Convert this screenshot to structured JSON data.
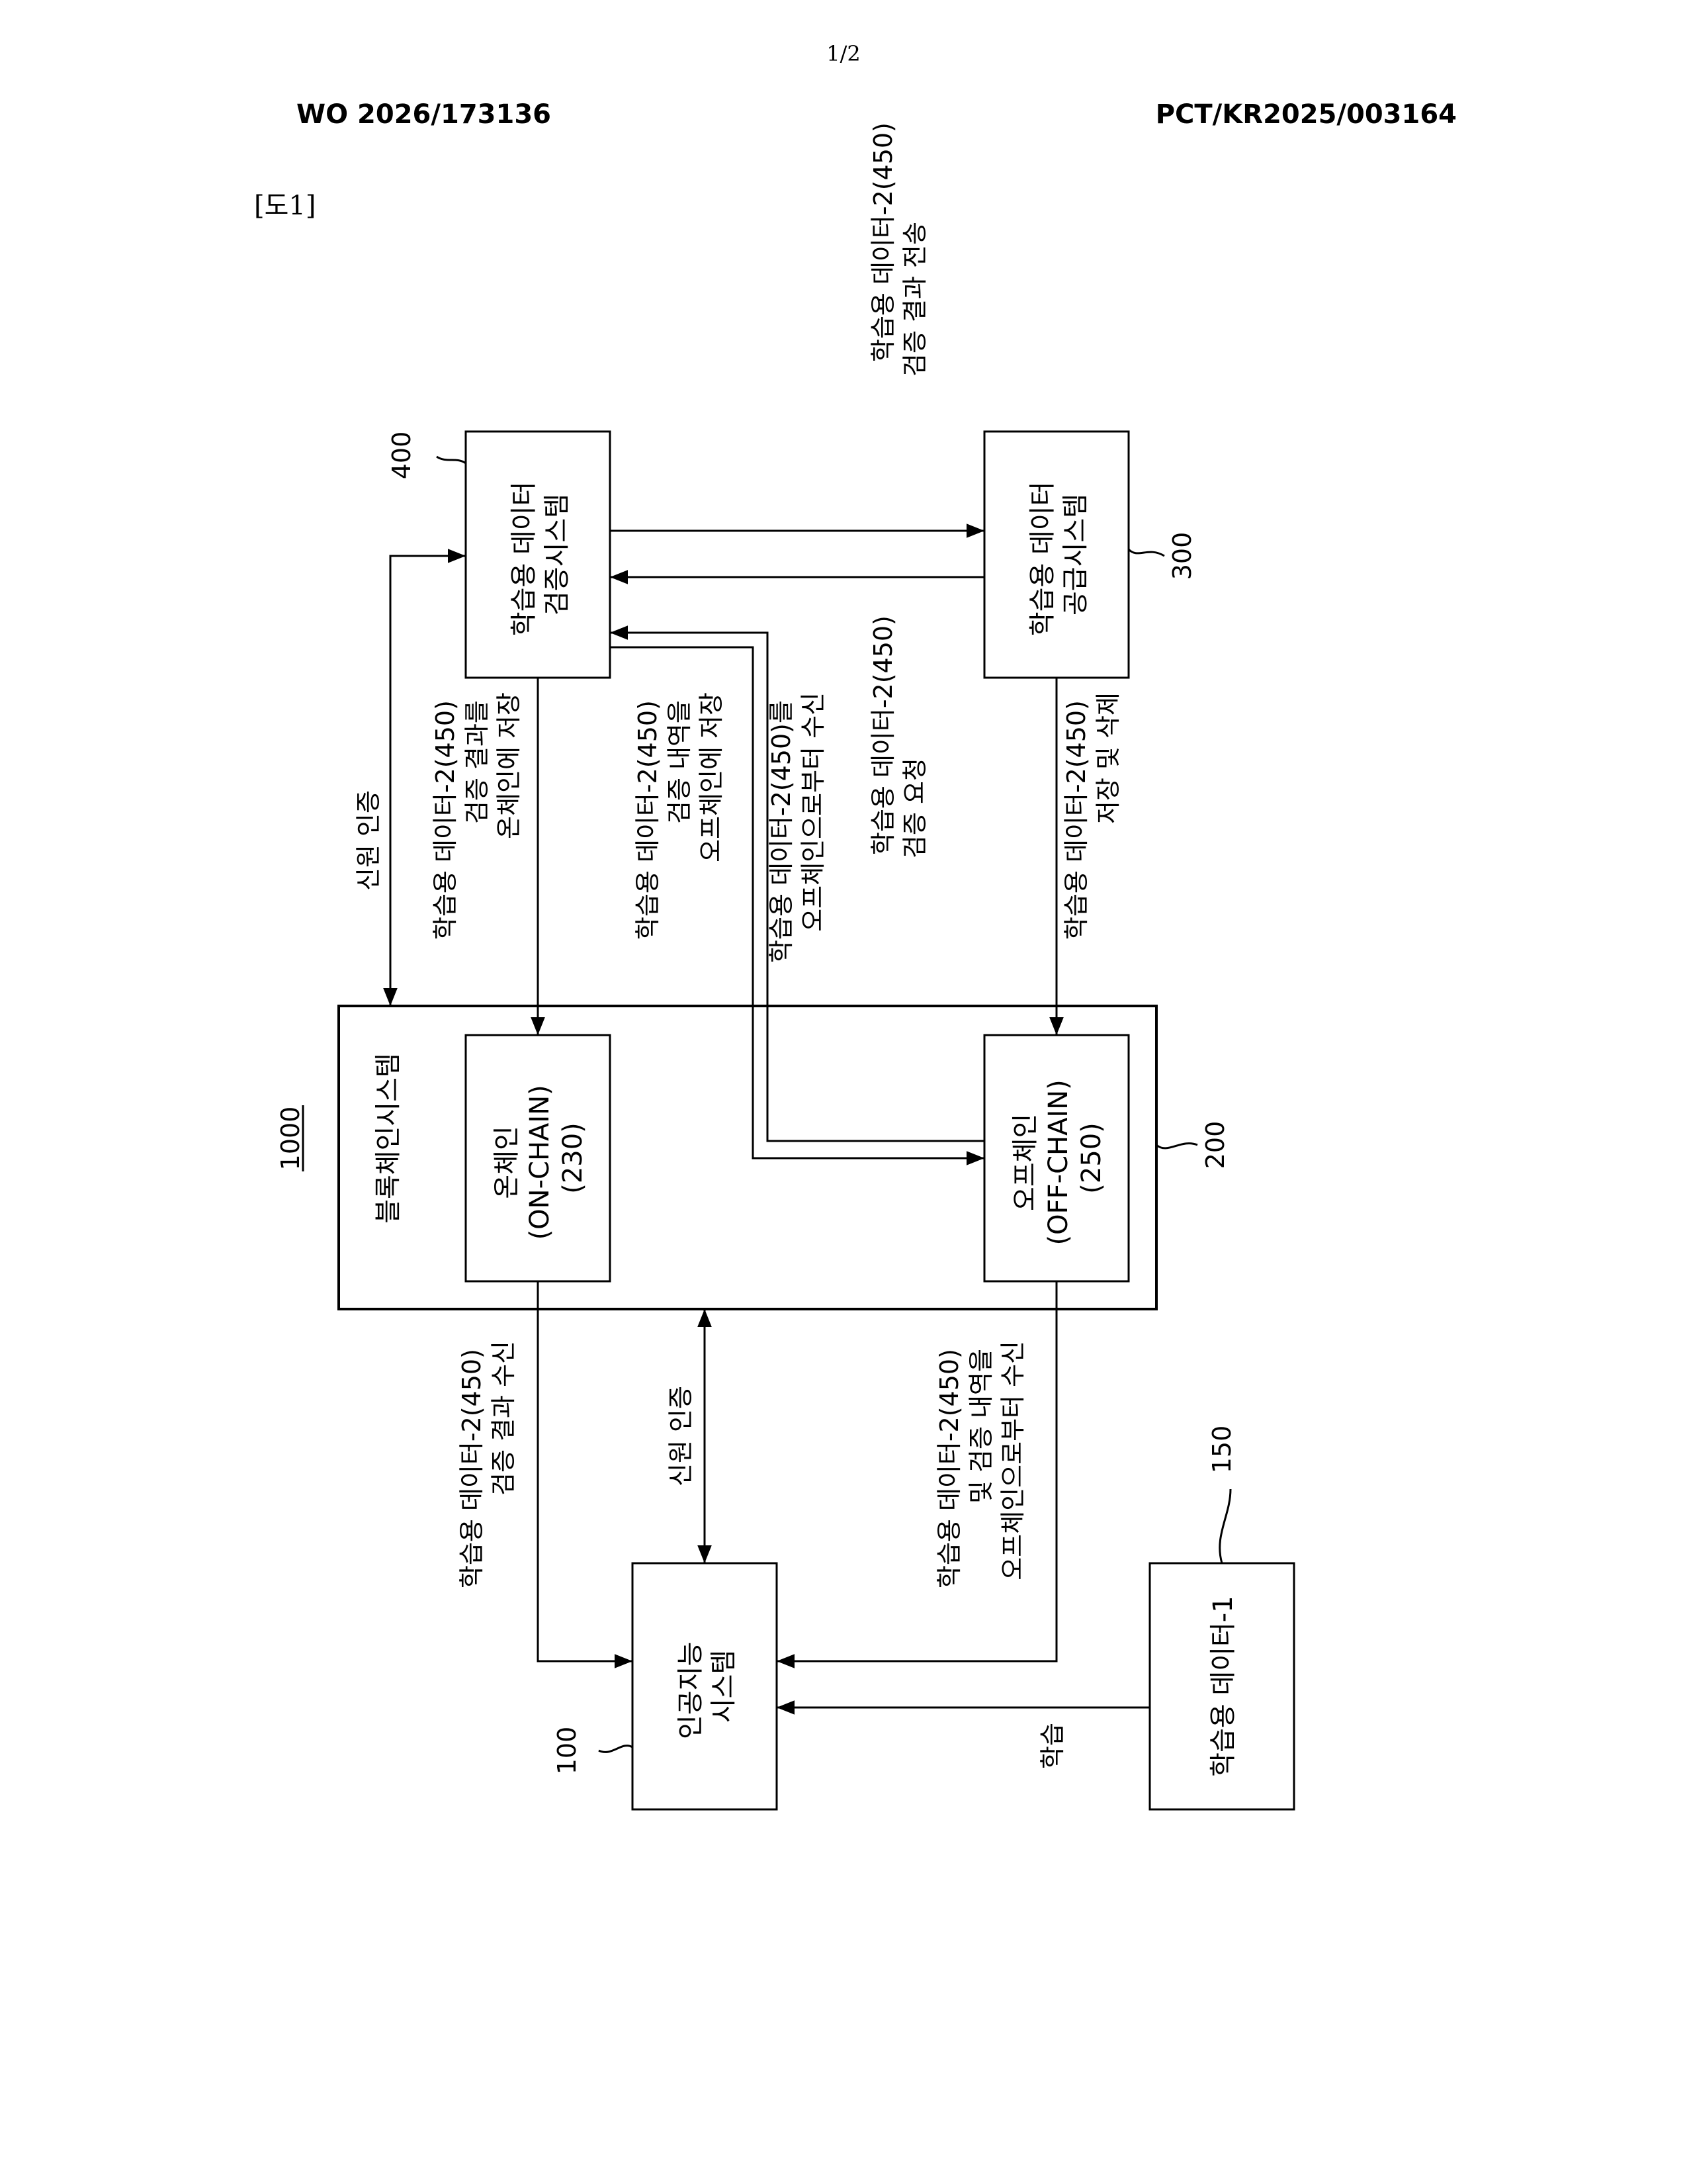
{
  "header": {
    "page_number": "1/2",
    "publication_number": "WO 2026/173136",
    "application_number": "PCT/KR2025/003164",
    "figure_label": "[도1]"
  },
  "refs": {
    "r1000": "1000",
    "r200": "200",
    "r400": "400",
    "r300": "300",
    "r150": "150",
    "r100": "100"
  },
  "nodes": {
    "verification": [
      "학습용 데이터",
      "검증시스템"
    ],
    "supply": [
      "학습용 데이터",
      "공급시스템"
    ],
    "blockchain": "블록체인시스템",
    "onchain": [
      "온체인",
      "(ON-CHAIN)",
      "(230)"
    ],
    "offchain": [
      "오프체인",
      "(OFF-CHAIN)",
      "(250)"
    ],
    "ai": [
      "인공지능",
      "시스템"
    ],
    "data1": "학습용 데이터-1"
  },
  "edge_labels": {
    "send_result": [
      "학습용 데이터-2(450)",
      "검증 결과 전송"
    ],
    "verify_request": [
      "학습용 데이터-2(450)",
      "검증 요청"
    ],
    "identity_top": "신원 인증",
    "store_onchain": [
      "학습용 데이터-2(450)",
      "검증 결과를",
      "온체인에 저장"
    ],
    "store_offchain": [
      "학습용 데이터-2(450)",
      "검증 내역을",
      "오프체인에 저장"
    ],
    "receive_from_offchain": [
      "학습용 데이터-2(450)를",
      "오프체인으로부터 수신"
    ],
    "store_delete": [
      "학습용 데이터-2(450)",
      "저장 및 삭제"
    ],
    "receive_result": [
      "학습용 데이터-2(450)",
      "검증 결과 수신"
    ],
    "identity_bottom": "신원 인증",
    "receive_history": [
      "학습용 데이터-2(450)",
      "및 검증 내역을",
      "오프체인으로부터 수신"
    ],
    "learning": "학습"
  }
}
